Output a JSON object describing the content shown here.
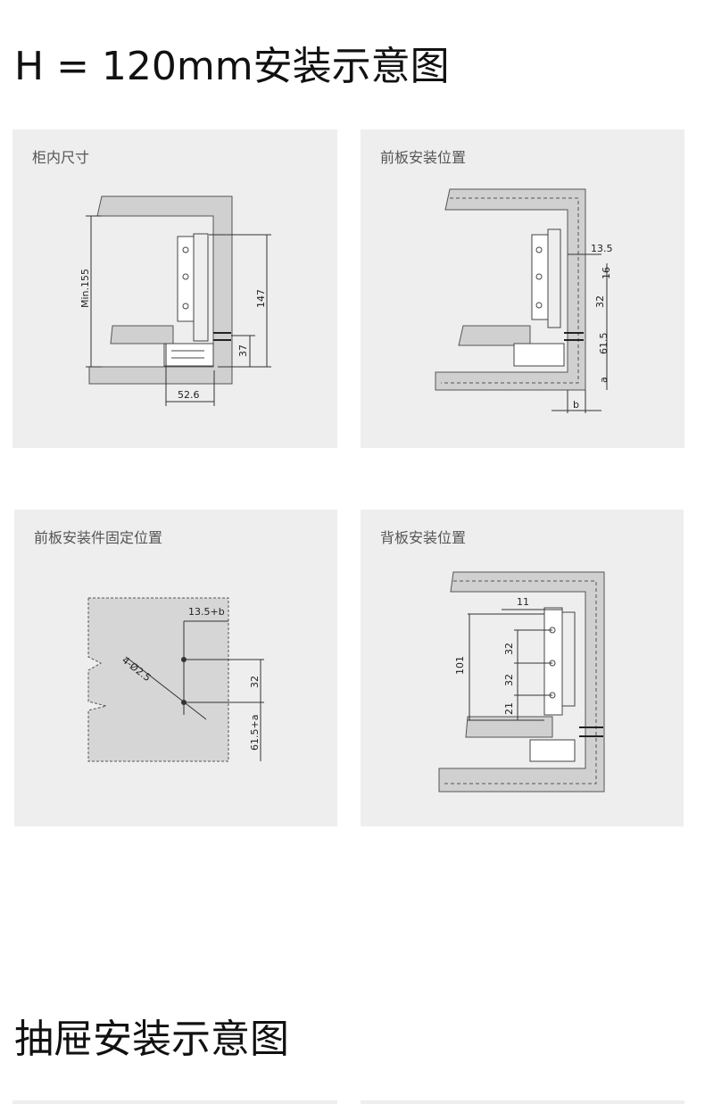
{
  "section1": {
    "title": "H = 120mm安装示意图"
  },
  "section2": {
    "title": "抽屉安装示意图"
  },
  "panels": [
    {
      "label": "柜内尺寸",
      "dims": {
        "min": "Min.155",
        "height": "147",
        "gap": "37",
        "width": "52.6"
      }
    },
    {
      "label": "前板安装位置",
      "dims": {
        "offset": "13.5",
        "d16": "16",
        "d32": "32",
        "d615": "61.5",
        "a": "a",
        "b": "b"
      }
    },
    {
      "label": "前板安装件固定位置",
      "dims": {
        "top": "13.5+b",
        "holes": "4-Ø2.5",
        "d32": "32",
        "bottom": "61.5+a"
      }
    },
    {
      "label": "背板安装位置",
      "dims": {
        "d11": "11",
        "d101": "101",
        "d32a": "32",
        "d32b": "32",
        "d21": "21"
      }
    }
  ]
}
